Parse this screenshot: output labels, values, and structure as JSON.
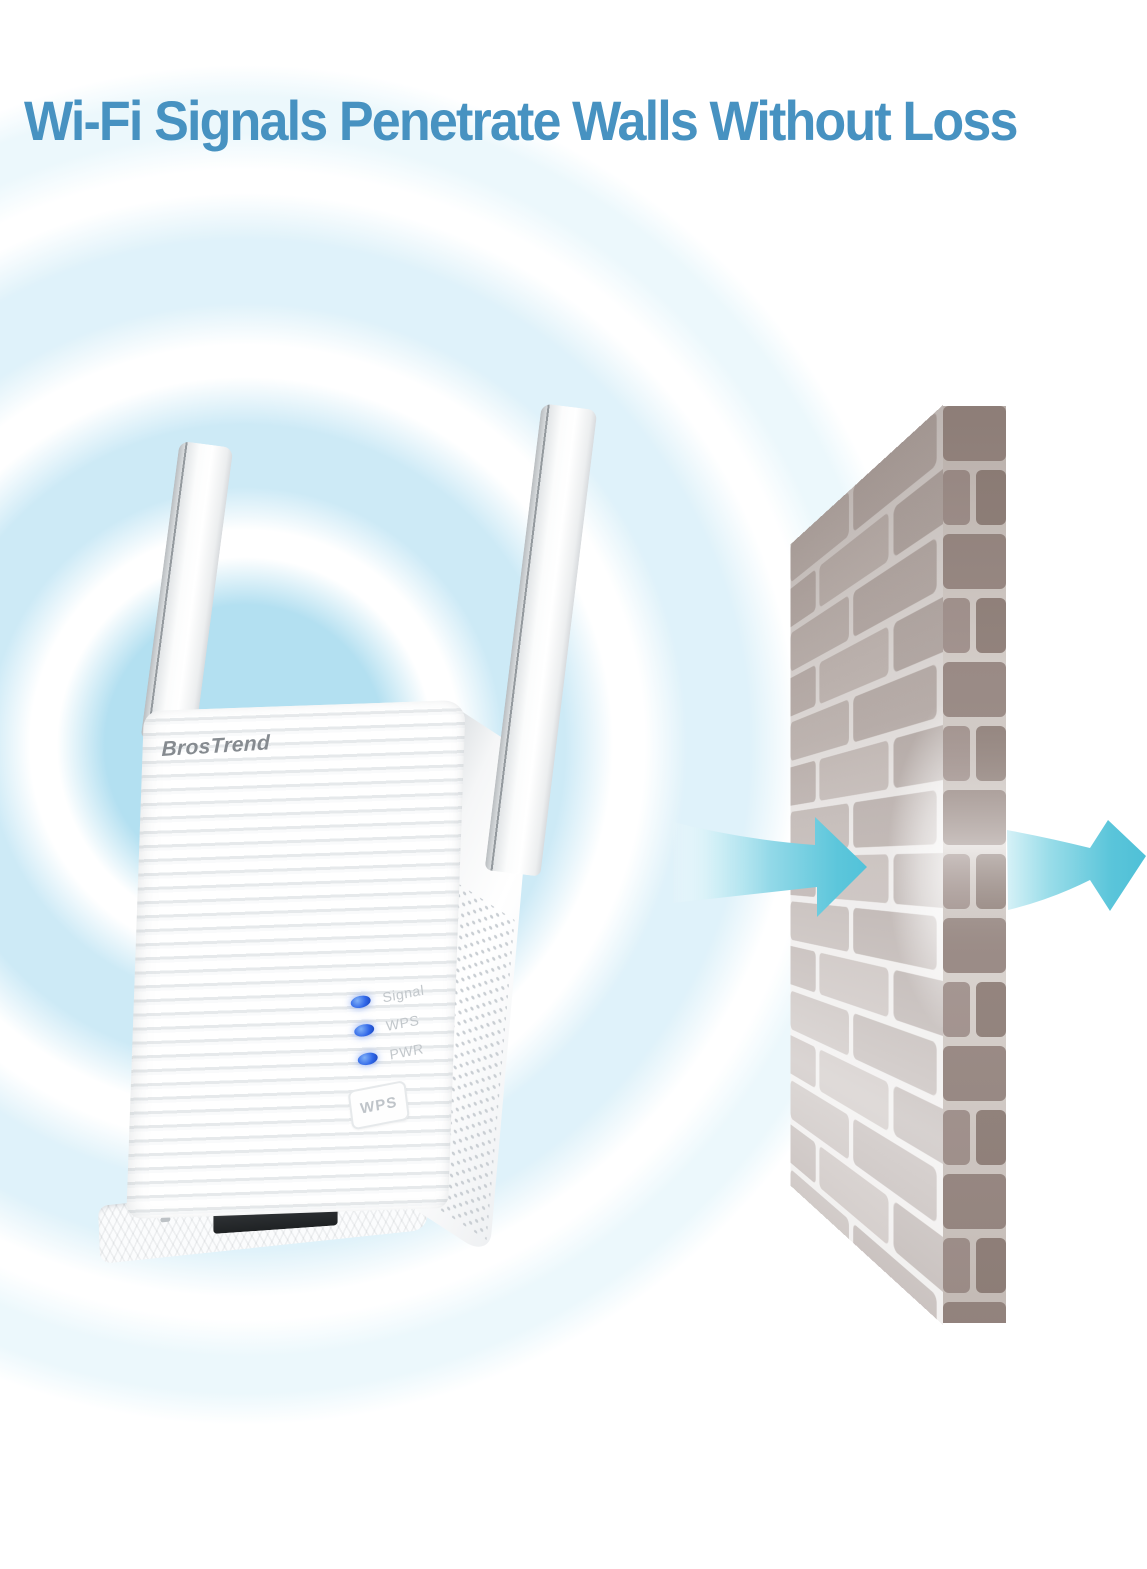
{
  "headline": "Wi-Fi Signals Penetrate Walls Without Loss",
  "device": {
    "brand": "BrosTrend",
    "leds": [
      {
        "label": "Signal"
      },
      {
        "label": "WPS"
      },
      {
        "label": "PWR"
      }
    ],
    "wps_button_label": "WPS"
  },
  "colors": {
    "background": "#ffffff",
    "headline": "#4792c1",
    "arrow_teal": "#54c3da",
    "ripple_blue": "#aedff0",
    "led_blue": "#2f66e8",
    "brick_front": "#c3bbb8",
    "brick_side": "#9c8d88",
    "mortar": "#efedec"
  },
  "icons": [
    "wifi-ripples-icon",
    "arrow-right-into-wall-icon",
    "arrow-right-out-of-wall-icon"
  ]
}
